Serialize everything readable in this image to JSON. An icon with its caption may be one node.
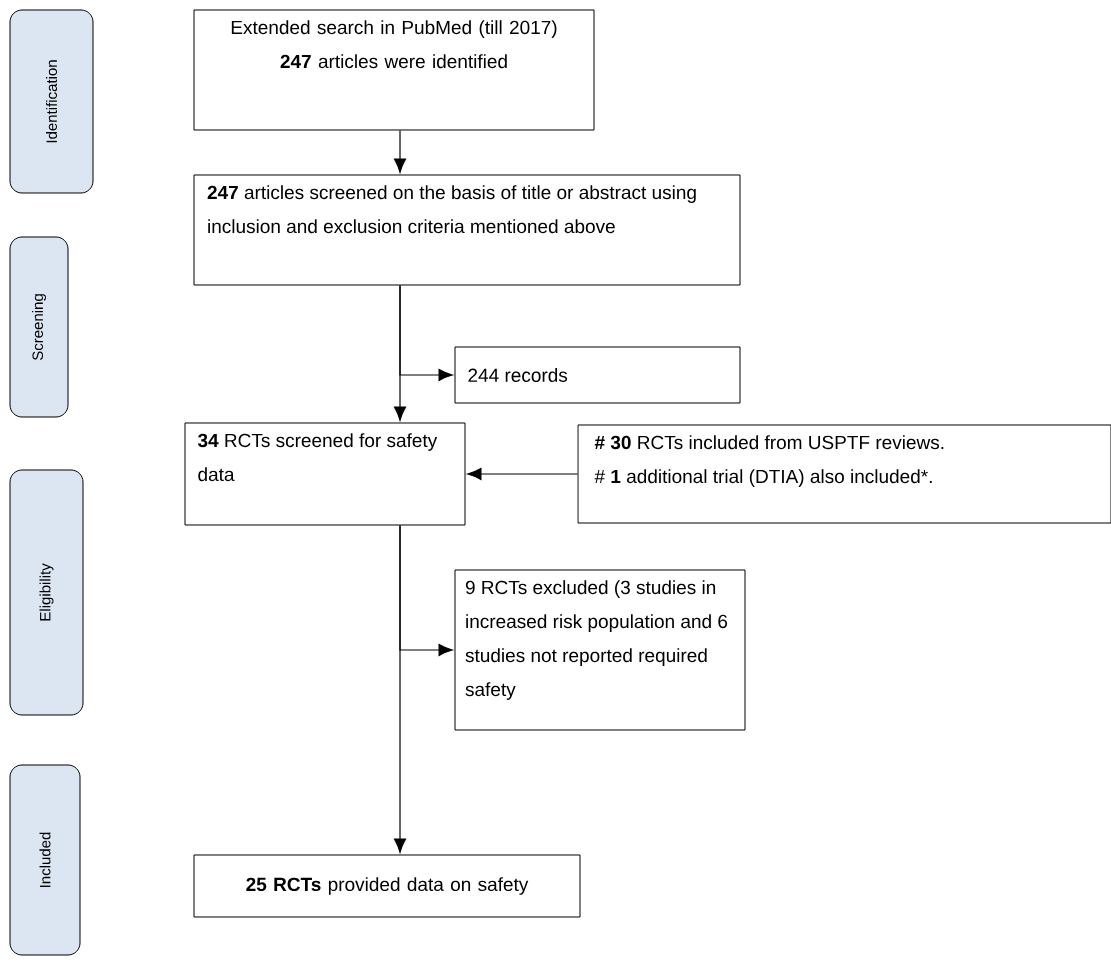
{
  "diagram": {
    "nodes": [
      {
        "text": [
          "Identification"
        ]
      },
      {
        "text": [
          "Screening"
        ]
      },
      {
        "text": [
          "Eligibility"
        ]
      },
      {
        "text": [
          "Included"
        ]
      },
      {
        "text": [
          "Extended search in PubMed (till 2017)",
          "**247** articles were identified"
        ]
      },
      {
        "text": [
          "**247** articles screened on the basis of title or abstract using inclusion and exclusion criteria mentioned above"
        ]
      },
      {
        "text": [
          "244 records"
        ]
      },
      {
        "text": [
          "**34** RCTs screened for safety data"
        ]
      },
      {
        "text": [
          "**# 30** RCTs included from USPTF reviews.",
          "# **1** additional trial (DTIA) also included*."
        ]
      },
      {
        "text": [
          "9 RCTs excluded (3 studies in increased risk population and 6 studies not reported required safety"
        ]
      },
      {
        "text": [
          "**25 RCTs** provided data on safety"
        ]
      }
    ],
    "edges": [
      {
        "from": 4,
        "to": 5,
        "arrow": "to"
      },
      {
        "from": 5,
        "to": 6,
        "arrow": "to"
      },
      {
        "from": 5,
        "to": 7,
        "arrow": "to"
      },
      {
        "from": 8,
        "to": 7,
        "arrow": "to"
      },
      {
        "from": 7,
        "to": 9,
        "arrow": "to"
      },
      {
        "from": 7,
        "to": 10,
        "arrow": "to"
      }
    ]
  }
}
